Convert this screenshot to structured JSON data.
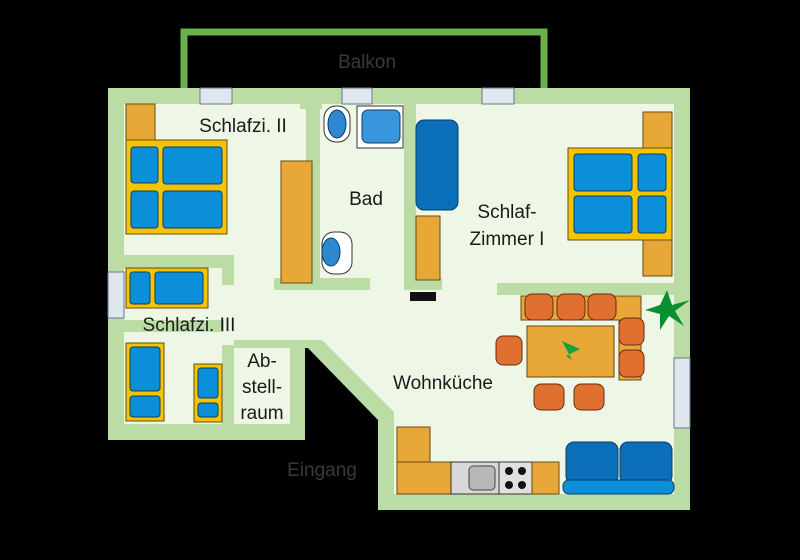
{
  "rooms": {
    "balcony": "Balkon",
    "bedroom2": "Schlafzi. II",
    "bathroom": "Bad",
    "bedroom1_line1": "Schlaf-",
    "bedroom1_line2": "Zimmer I",
    "bedroom3": "Schlafzi. III",
    "storage_line1": "Ab-",
    "storage_line2": "stell-",
    "storage_line3": "raum",
    "kitchen_living": "Wohnküche",
    "entrance": "Eingang"
  },
  "colors": {
    "background": "#000000",
    "wall": "#bcdca6",
    "floor": "#eef6e6",
    "balcony_rail": "#6ab04c",
    "furniture": "#e8a838",
    "bed_frame": "#f5c400",
    "upholstery": "#0b8fd8",
    "chairs": "#e07030"
  }
}
